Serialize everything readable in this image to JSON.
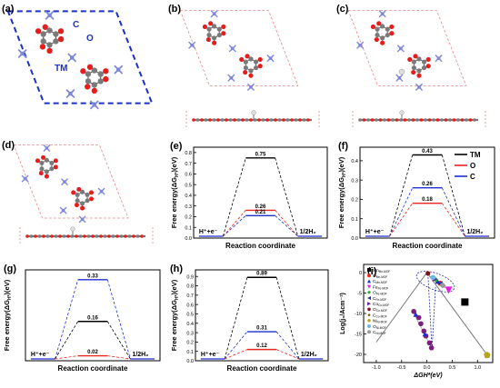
{
  "panels": {
    "a": {
      "label": "(a)",
      "atom_labels": {
        "c": "C",
        "o": "O",
        "tm": "TM"
      }
    },
    "b": {
      "label": "(b)"
    },
    "c": {
      "label": "(c)"
    },
    "d": {
      "label": "(d)"
    }
  },
  "legend": {
    "entries": [
      {
        "name": "TM",
        "color": "#000000"
      },
      {
        "name": "O",
        "color": "#e8251f"
      },
      {
        "name": "C",
        "color": "#1f2fd0"
      }
    ]
  },
  "colors": {
    "atom_c": "#7a7a7a",
    "atom_o": "#e51d1d",
    "atom_tm": "#7f88d8",
    "cell_dashed_blue": "#1b31c9",
    "cell_dashed_pink": "#e48a8a",
    "level_tm": "#000000",
    "level_o": "#e8251f",
    "level_c": "#1f2fd0",
    "volcano_line": "#7a7a7a"
  },
  "chart_data": [
    {
      "panel": "(e)",
      "type": "line",
      "ylabel": "Free energy(ΔG",
      "ylabel_sub": "H*",
      "ylabel_end": ")(eV)",
      "xlabel": "Reaction coordinate",
      "ylim": [
        0,
        0.85
      ],
      "yticks": [
        "0.0",
        "0.1",
        "0.2",
        "0.3",
        "0.4",
        "0.5",
        "0.6",
        "0.7",
        "0.8"
      ],
      "ytick_values": [
        0,
        0.1,
        0.2,
        0.3,
        0.4,
        0.5,
        0.6,
        0.7,
        0.8
      ],
      "left_label": "H⁺+e⁻",
      "right_label": "1/2H₂",
      "series": [
        {
          "value": 0.75,
          "label": "0.75",
          "color": "#000000"
        },
        {
          "value": 0.26,
          "label": "0.26",
          "color": "#e8251f"
        },
        {
          "value": 0.21,
          "label": "0.21",
          "color": "#1f2fd0"
        }
      ]
    },
    {
      "panel": "(f)",
      "type": "line",
      "ylabel": "Free energy(ΔG",
      "ylabel_sub": "H*",
      "ylabel_end": ")(eV)",
      "xlabel": "Reaction coordinate",
      "ylim": [
        0,
        0.47
      ],
      "yticks": [
        "0.0",
        "0.1",
        "0.2",
        "0.3",
        "0.4"
      ],
      "ytick_values": [
        0,
        0.1,
        0.2,
        0.3,
        0.4
      ],
      "left_label": "H⁺+e⁻",
      "right_label": "1/2H₂",
      "series": [
        {
          "value": 0.43,
          "label": "0.43",
          "color": "#000000"
        },
        {
          "value": 0.26,
          "label": "0.26",
          "color": "#1f2fd0"
        },
        {
          "value": 0.18,
          "label": "0.18",
          "color": "#e8251f"
        }
      ]
    },
    {
      "panel": "(g)",
      "type": "line",
      "ylabel": "Free energy(ΔG",
      "ylabel_sub": "H*",
      "ylabel_end": ")(eV)",
      "xlabel": "Reaction coordinate",
      "ylim": [
        0,
        0.37
      ],
      "yticks": [],
      "ytick_values": [],
      "left_label": "H⁺+e⁻",
      "right_label": "1/2H₂",
      "series": [
        {
          "value": 0.33,
          "label": "0.33",
          "color": "#1f2fd0"
        },
        {
          "value": 0.16,
          "label": "0.16",
          "color": "#000000"
        },
        {
          "value": 0.02,
          "label": "0.02",
          "color": "#e8251f"
        }
      ]
    },
    {
      "panel": "(h)",
      "type": "line",
      "ylabel": "Free energy(ΔG",
      "ylabel_sub": "H*",
      "ylabel_end": ")(eV)",
      "xlabel": "Reaction coordinate",
      "ylim": [
        0,
        0.97
      ],
      "yticks": [
        "0.0",
        "0.1",
        "0.2",
        "0.3",
        "0.4",
        "0.5",
        "0.6",
        "0.7",
        "0.8",
        "0.9"
      ],
      "ytick_values": [
        0,
        0.1,
        0.2,
        0.3,
        0.4,
        0.5,
        0.6,
        0.7,
        0.8,
        0.9
      ],
      "left_label": "H⁺+e⁻",
      "right_label": "1/2H₂",
      "series": [
        {
          "value": 0.89,
          "label": "0.89",
          "color": "#000000"
        },
        {
          "value": 0.31,
          "label": "0.31",
          "color": "#1f2fd0"
        },
        {
          "value": 0.12,
          "label": "0.12",
          "color": "#e8251f"
        }
      ]
    },
    {
      "panel": "(i)",
      "type": "scatter",
      "ylabel": "Log(j₀/Acm⁻²)",
      "xlabel": "ΔGH*(eV)",
      "xlim": [
        -1.25,
        1.3
      ],
      "ylim": [
        -22,
        2
      ],
      "xticks": [
        -1.0,
        -0.5,
        0.0,
        0.5,
        1.0
      ],
      "xtick_labels": [
        "-1.0",
        "-0.5",
        "0.0",
        "0.5",
        "1.0"
      ],
      "yticks": [
        0,
        -5,
        -10,
        -15,
        -20
      ],
      "ytick_labels": [
        "0",
        "-5",
        "-10",
        "-15",
        "-20"
      ],
      "volcano": [
        [
          -1.0,
          -17.0
        ],
        [
          0.0,
          0.0
        ],
        [
          1.2,
          -20.3
        ]
      ],
      "legend": [
        {
          "name": "Mn",
          "sub": "Mn-MOF",
          "marker": "square",
          "color": "#000000"
        },
        {
          "name": "O",
          "sub": "Mn-MOF",
          "marker": "circle",
          "color": "#e8251f"
        },
        {
          "name": "C",
          "sub": "Mn-MOF",
          "marker": "triangle",
          "color": "#1f2fd0"
        },
        {
          "name": "Fe",
          "sub": "Fe-MOF",
          "marker": "triangle-down",
          "color": "#e21de0"
        },
        {
          "name": "O",
          "sub": "Fe-MOF",
          "marker": "diamond",
          "color": "#1fae2d"
        },
        {
          "name": "C",
          "sub": "Fe-MOF",
          "marker": "triangle-left",
          "color": "#1f2f9a"
        },
        {
          "name": "Co",
          "sub": "Co-MOF",
          "marker": "triangle-right",
          "color": "#6e1d9a"
        },
        {
          "name": "O",
          "sub": "Co-MOF",
          "marker": "hexagon",
          "color": "#7a1020"
        },
        {
          "name": "C",
          "sub": "Co-MOF",
          "marker": "star",
          "color": "#7a4a10"
        },
        {
          "name": "Ni",
          "sub": "Ni-MOF",
          "marker": "pentagon",
          "color": "#b8a11d"
        },
        {
          "name": "O",
          "sub": "Ni-MOF",
          "marker": "circle",
          "color": "#6bb7e8"
        },
        {
          "name": "C",
          "sub": "Ni-MOF",
          "marker": "circle",
          "color": "#9a9a9a"
        }
      ],
      "points": [
        {
          "x": 0.75,
          "y": -7.2,
          "marker": "square",
          "color": "#000000"
        },
        {
          "x": 0.26,
          "y": -2.6,
          "marker": "circle",
          "color": "#e8251f"
        },
        {
          "x": 0.21,
          "y": -2.1,
          "marker": "triangle",
          "color": "#1f2fd0"
        },
        {
          "x": 0.43,
          "y": -4.3,
          "marker": "triangle-down",
          "color": "#e21de0"
        },
        {
          "x": 0.18,
          "y": -1.8,
          "marker": "diamond",
          "color": "#1fae2d"
        },
        {
          "x": 0.26,
          "y": -2.7,
          "marker": "triangle-left",
          "color": "#1f2f9a"
        },
        {
          "x": 0.16,
          "y": -1.6,
          "marker": "triangle-right",
          "color": "#6e1d9a"
        },
        {
          "x": 0.02,
          "y": -0.2,
          "marker": "hexagon",
          "color": "#7a1020"
        },
        {
          "x": 0.33,
          "y": -3.3,
          "marker": "star",
          "color": "#7a4a10"
        },
        {
          "x": 1.19,
          "y": -20.2,
          "marker": "pentagon",
          "color": "#b8a11d"
        },
        {
          "x": 0.12,
          "y": -1.2,
          "marker": "circle",
          "color": "#6bb7e8"
        },
        {
          "x": 0.31,
          "y": -3.1,
          "marker": "circle",
          "color": "#9a9a9a"
        },
        {
          "x": -0.26,
          "y": -9.5,
          "marker": "circle",
          "color": "#7a1f7a"
        },
        {
          "x": -0.16,
          "y": -11.0,
          "marker": "circle",
          "color": "#7a1f7a"
        },
        {
          "x": -0.12,
          "y": -12.5,
          "marker": "circle",
          "color": "#7a1f7a"
        },
        {
          "x": -0.06,
          "y": -14.3,
          "marker": "circle",
          "color": "#7a1f7a"
        },
        {
          "x": -0.02,
          "y": -15.5,
          "marker": "circle",
          "color": "#7a1f7a"
        },
        {
          "x": 0.05,
          "y": -17.2,
          "marker": "circle",
          "color": "#7a1f7a"
        },
        {
          "x": 0.09,
          "y": -18.4,
          "marker": "circle",
          "color": "#7a1f7a"
        },
        {
          "x": -0.22,
          "y": -10.2,
          "marker": "triangle",
          "color": "#1f2fd0"
        },
        {
          "x": -0.04,
          "y": -15.0,
          "marker": "triangle",
          "color": "#1f2fd0"
        }
      ]
    }
  ]
}
